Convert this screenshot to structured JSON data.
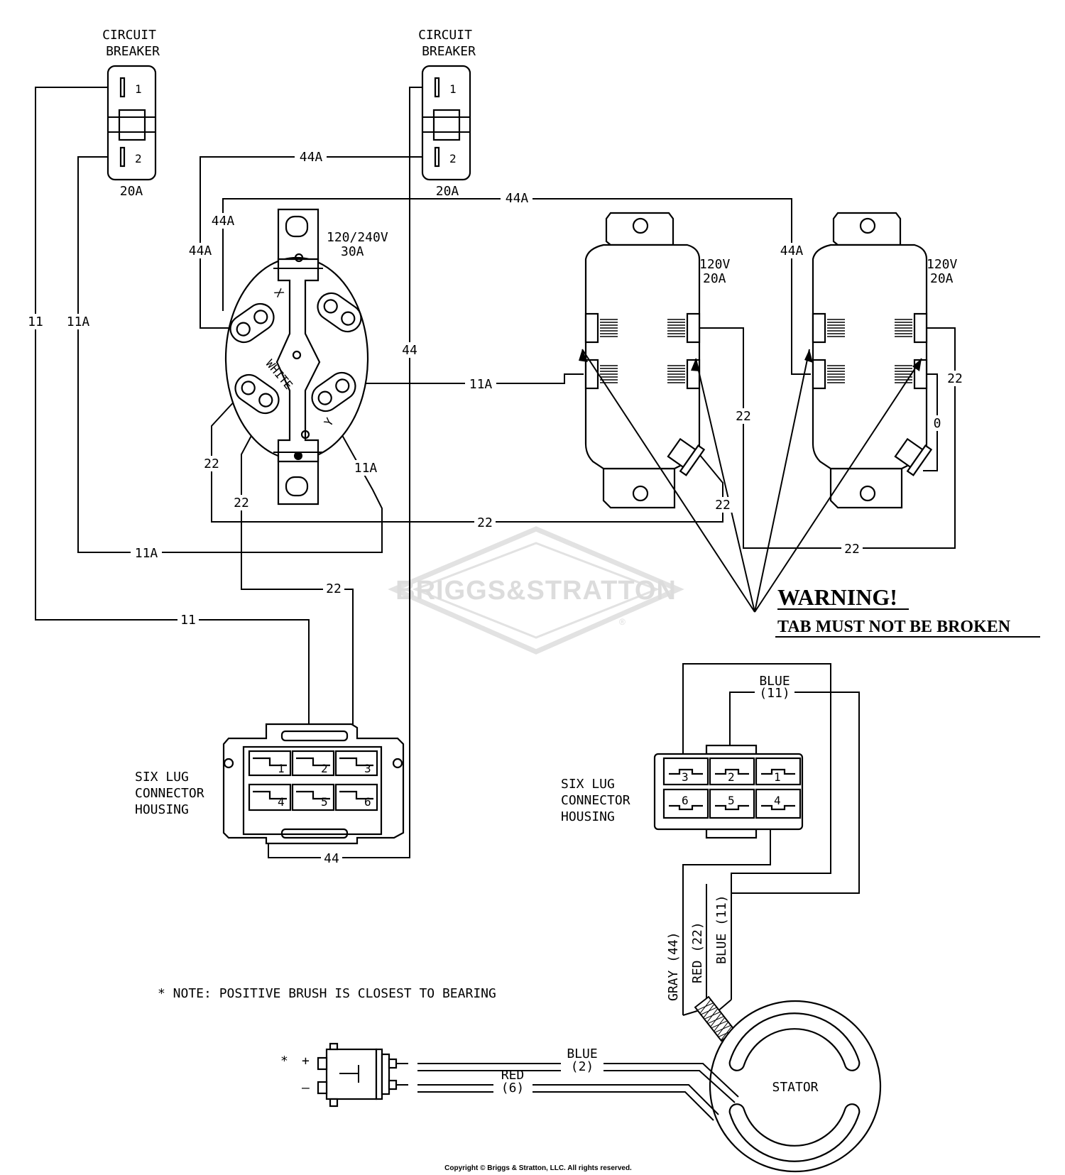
{
  "circuit_breakers": [
    {
      "title_line1": "CIRCUIT",
      "title_line2": "BREAKER",
      "rating": "20A",
      "pin1": "1",
      "pin2": "2"
    },
    {
      "title_line1": "CIRCUIT",
      "title_line2": "BREAKER",
      "rating": "20A",
      "pin1": "1",
      "pin2": "2"
    }
  ],
  "receptacle_240": {
    "voltage": "120/240V",
    "amperage": "30A",
    "x_terminal": "X",
    "white_terminal": "WHITE",
    "y_terminal": "Y"
  },
  "receptacles_120": [
    {
      "voltage": "120V",
      "amperage": "20A"
    },
    {
      "voltage": "120V",
      "amperage": "20A"
    }
  ],
  "wire_labels": {
    "w44a_top": "44A",
    "w44a_second": "44A",
    "w44a_left1": "44A",
    "w44a_left2": "44A",
    "w44a_right": "44A",
    "w11": "11",
    "w11a": "11A",
    "w44": "44",
    "w11a_mid": "11A",
    "w22_left": "22",
    "w11a_y": "11A",
    "w22_white": "22",
    "w22_mid": "22",
    "w22_recv": "22",
    "w22_bottom": "22",
    "w22_right": "22",
    "w0": "0",
    "w22_low": "22",
    "w11a_low": "11A",
    "w22_conn": "22",
    "w11_conn": "11",
    "w44_conn": "44"
  },
  "warning": {
    "title": "WARNING!",
    "text": "TAB MUST NOT BE BROKEN"
  },
  "watermark": {
    "brand": "BRIGGS&STRATTON",
    "reg": "®"
  },
  "connector_left": {
    "label_line1": "SIX LUG",
    "label_line2": "CONNECTOR",
    "label_line3": "HOUSING",
    "pins": [
      "1",
      "2",
      "3",
      "4",
      "5",
      "6"
    ]
  },
  "connector_right": {
    "label_line1": "SIX LUG",
    "label_line2": "CONNECTOR",
    "label_line3": "HOUSING",
    "pins": [
      "3",
      "2",
      "1",
      "6",
      "5",
      "4"
    ]
  },
  "stator_wires": {
    "blue_top": "BLUE",
    "blue_top_num": "(11)",
    "gray": "GRAY (44)",
    "red": "RED (22)",
    "blue": "BLUE (11)"
  },
  "brush": {
    "star": "*",
    "plus": "+",
    "minus": "–",
    "blue_wire": "BLUE",
    "blue_num": "(2)",
    "red_wire": "RED",
    "red_num": "(6)"
  },
  "note": "* NOTE: POSITIVE BRUSH IS CLOSEST TO BEARING",
  "stator_label": "STATOR",
  "copyright": "Copyright © Briggs & Stratton, LLC. All rights reserved."
}
